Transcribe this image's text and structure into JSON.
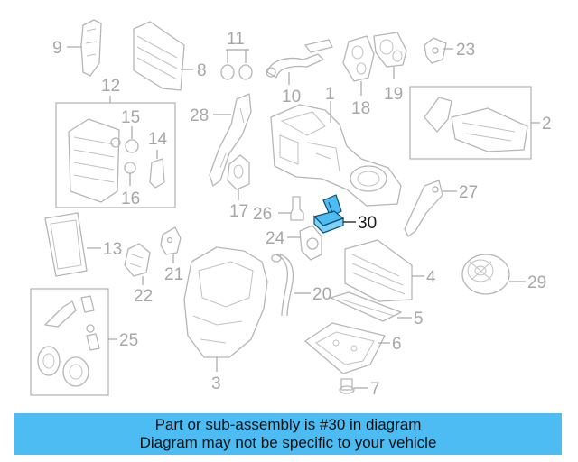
{
  "labels": {
    "l1": "1",
    "l2": "2",
    "l3": "3",
    "l4": "4",
    "l5": "5",
    "l6": "6",
    "l7": "7",
    "l8": "8",
    "l9": "9",
    "l10": "10",
    "l11": "11",
    "l12": "12",
    "l13": "13",
    "l14": "14",
    "l15": "15",
    "l16": "16",
    "l17": "17",
    "l18": "18",
    "l19": "19",
    "l20": "20",
    "l21": "21",
    "l22": "22",
    "l23": "23",
    "l24": "24",
    "l25": "25",
    "l26": "26",
    "l27": "27",
    "l28": "28",
    "l29": "29",
    "l30": "30"
  },
  "colors": {
    "highlight_part": "#4cbcf2",
    "banner": "#4cbcf2",
    "line_art": "#b6b6b6"
  },
  "banner": {
    "line1": "Part or sub-assembly is #30 in diagram",
    "line2": "Diagram may not be specific to your vehicle"
  }
}
